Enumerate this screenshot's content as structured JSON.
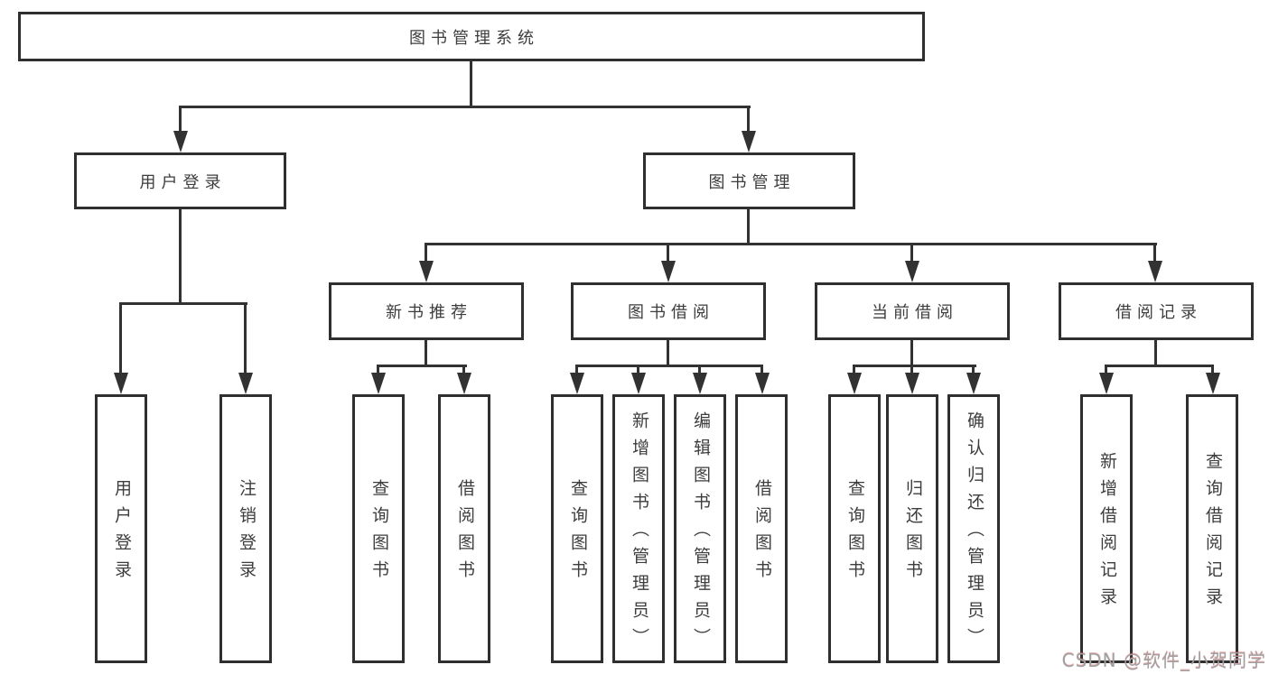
{
  "diagram": {
    "root": {
      "label": "图书管理系统"
    },
    "level2": [
      {
        "label": "用户登录"
      },
      {
        "label": "图书管理"
      }
    ],
    "level3": [
      {
        "label": "新书推荐"
      },
      {
        "label": "图书借阅"
      },
      {
        "label": "当前借阅"
      },
      {
        "label": "借阅记录"
      }
    ],
    "leaves": [
      {
        "label": "用户登录",
        "parent": "用户登录"
      },
      {
        "label": "注销登录",
        "parent": "用户登录"
      },
      {
        "label": "查询图书",
        "parent": "新书推荐"
      },
      {
        "label": "借阅图书",
        "parent": "新书推荐"
      },
      {
        "label": "查询图书",
        "parent": "图书借阅"
      },
      {
        "label": "新增图书（管理员）",
        "parent": "图书借阅"
      },
      {
        "label": "编辑图书（管理员）",
        "parent": "图书借阅"
      },
      {
        "label": "借阅图书",
        "parent": "图书借阅"
      },
      {
        "label": "查询图书",
        "parent": "当前借阅"
      },
      {
        "label": "归还图书",
        "parent": "当前借阅"
      },
      {
        "label": "确认归还（管理员）",
        "parent": "当前借阅"
      },
      {
        "label": "新增借阅记录",
        "parent": "借阅记录"
      },
      {
        "label": "查询借阅记录",
        "parent": "借阅记录"
      }
    ]
  },
  "watermark": {
    "text": "CSDN @软件_小贺同学"
  },
  "colors": {
    "line": "#323232",
    "border": "#2f2f2f",
    "text": "#3d3d3d",
    "background": "#ffffff",
    "watermark_gray": "#a0a0a0",
    "watermark_red": "#e05050"
  }
}
